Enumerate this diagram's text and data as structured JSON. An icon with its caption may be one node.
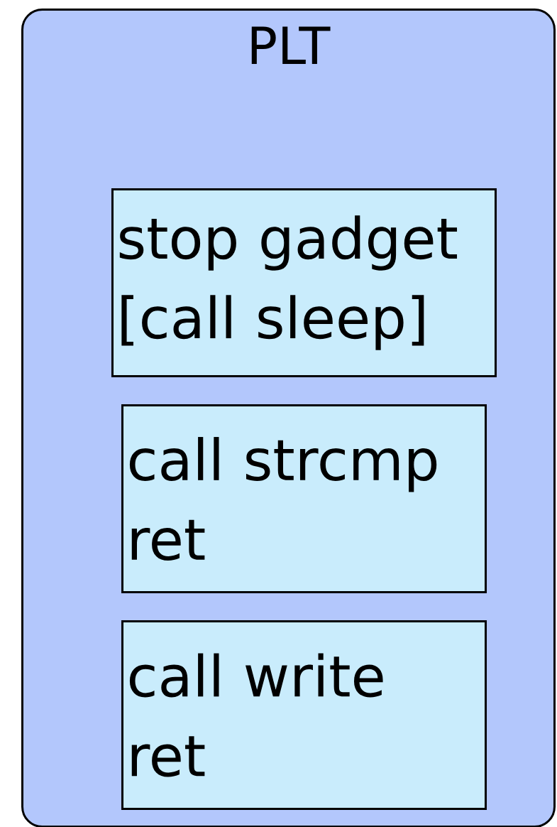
{
  "diagram": {
    "nodes": [
      {
        "text": [
          "PLT"
        ]
      },
      {
        "text": [
          "stop gadget",
          "[call sleep]"
        ],
        "in": 0
      },
      {
        "text": [
          "call strcmp",
          "ret"
        ],
        "in": 0
      },
      {
        "text": [
          "call write",
          "ret"
        ],
        "in": 0
      }
    ]
  }
}
